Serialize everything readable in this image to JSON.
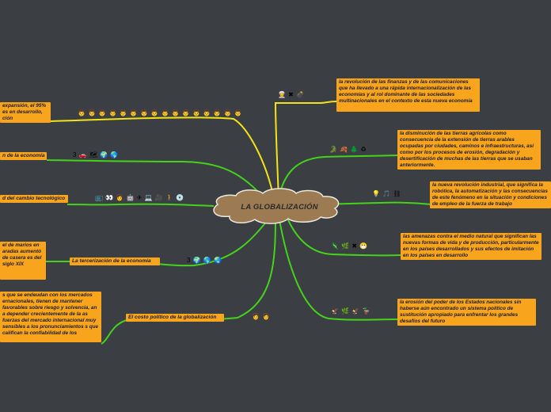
{
  "central_topic": "LA GLOBALIZACIÓN",
  "colors": {
    "background": "#3b3f43",
    "node_fill": "#f8a41c",
    "cloud_fill": "#9c7b52",
    "branch_yellow": "#f2e318",
    "branch_green": "#45d21b"
  },
  "right_branches": [
    {
      "text": "la revolución de las finanzas y de las comunicaciones que ha llevado a una rápida internacionalización de las economías y al rol dominante de las sociedades multinacionales en el contexto de esta nueva economía",
      "icons": "👳 ✖ 💣"
    },
    {
      "text": "la disminución de las tierras agrícolas como consecuencia de la extensión de tierras arables ocupadas por ciudades, caminos e infraestructuras, así como por los procesos de erosión, degradación y desertificación de muchas de las tierras que se usaban anteriormente.",
      "icons": "🐊 🍂 🌲 ♻"
    },
    {
      "text": "la nueva revolución industrial, que significa la robótica, la automatización y las consecuencias de este fenómeno en la situación y condiciones de empleo de la fuerza de trabajo",
      "icons": "💡 🎵 ⛓"
    },
    {
      "text": "las amenazas contra el medio natural que significan las nuevas formas de vida y de producción, particularmente en los países desarrollados y sus efectos de imitación en los países en desarrollo",
      "icons": "🦎 🌿 ✖ 😷"
    },
    {
      "text": "la erosión del poder de los Estados nacionales sin haberse aún encontrado un sistema político de sustitución apropiado para enfrentar los grandes desafíos del futuro",
      "icons": "🦅 🌿 🦅 🦆"
    }
  ],
  "left_branches": [
    {
      "label": "expansión, el 95% es en desarrollo, ción",
      "icons": "👨 👨 👨 👨 👨 👨 👨 👨 👨 👨 👨 👨 👨 👨 👨 👨"
    },
    {
      "label": "n de la economía",
      "icons": "3 🚗 🗺 🌍 🌎"
    },
    {
      "label": "d del cambio tecnológico",
      "icons": "📺 👀 👩 🤖 ✈ 💻 🎥 🚶 💿"
    },
    {
      "label": "La tercerización de la economía",
      "icons": "3 🌍 🌎 🌏",
      "detail": "el de marios en aradas aumentó de casera es del siglo XIX"
    },
    {
      "label": "El costo político de la globalización",
      "icons": "👩 👩",
      "detail": "s que se endeudan con los mercados ernacionales, tienen de mantener favorables sobre riesgo y solvencia, an a depender crecientemente de la as fuerzas del mercado internacional muy sensibles a los pronunciamientos s que califican la confiabilidad de los"
    }
  ]
}
